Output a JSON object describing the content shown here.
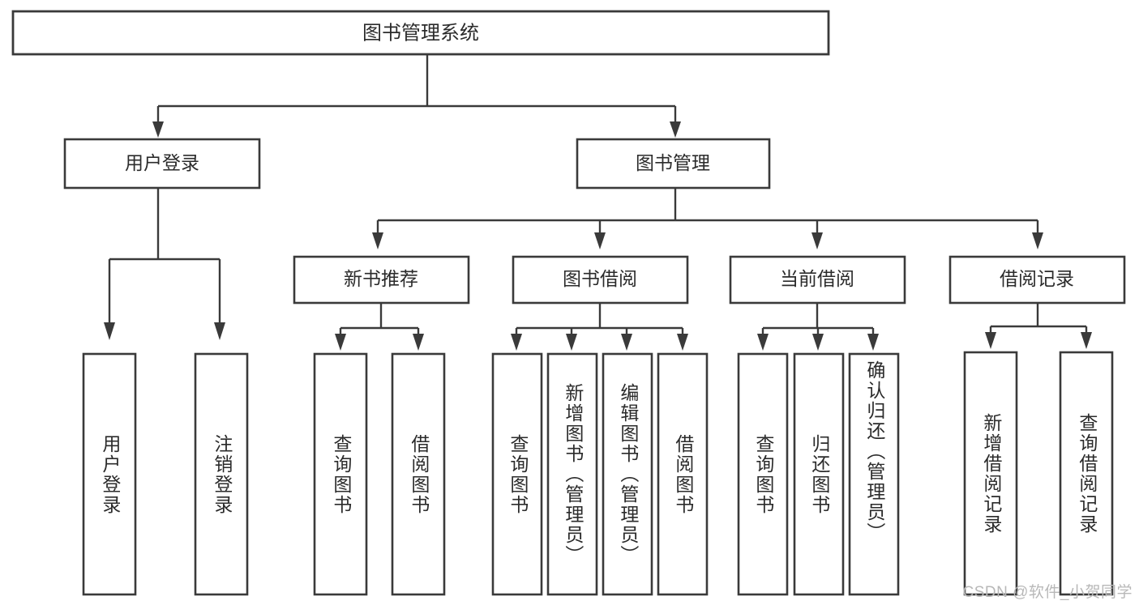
{
  "diagram": {
    "title": "图书管理系统",
    "type": "hierarchy-tree",
    "colors": {
      "box_border": "#3a3a3a",
      "box_fill": "#ffffff",
      "text": "#2b2b2b",
      "connector": "#3a3a3a",
      "watermark": "#b8b8b8",
      "background": "#ffffff"
    },
    "root": {
      "label": "图书管理系统"
    },
    "level2": [
      {
        "label": "用户登录"
      },
      {
        "label": "图书管理"
      }
    ],
    "level3": [
      {
        "label": "新书推荐"
      },
      {
        "label": "图书借阅"
      },
      {
        "label": "当前借阅"
      },
      {
        "label": "借阅记录"
      }
    ],
    "leaves": {
      "user_login": [
        {
          "label": "用户登录"
        },
        {
          "label": "注销登录"
        }
      ],
      "new_book_recommend": [
        {
          "label": "查询图书"
        },
        {
          "label": "借阅图书"
        }
      ],
      "book_borrow": [
        {
          "label": "查询图书"
        },
        {
          "label": "新增图书（管理员）"
        },
        {
          "label": "编辑图书（管理员）"
        },
        {
          "label": "借阅图书"
        }
      ],
      "current_borrow": [
        {
          "label": "查询图书"
        },
        {
          "label": "归还图书"
        },
        {
          "label": "确认归还（管理员）"
        }
      ],
      "borrow_record": [
        {
          "label": "新增借阅记录"
        },
        {
          "label": "查询借阅记录"
        }
      ]
    },
    "watermark": "CSDN @软件_小贺同学"
  }
}
